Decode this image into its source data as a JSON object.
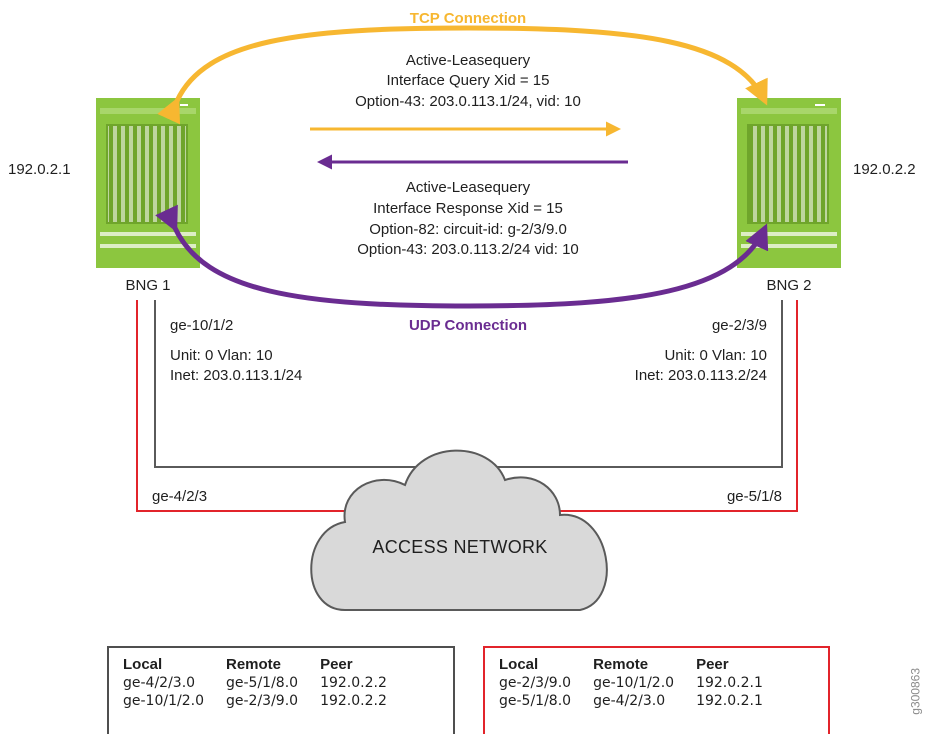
{
  "colors": {
    "tcp": "#f7b731",
    "udp": "#6a2c91",
    "red_link": "#e2242b",
    "gray_link": "#5a5a5a",
    "router_green": "#8cc63f",
    "cloud_fill": "#d9d9d9"
  },
  "routers": [
    {
      "name": "BNG 1",
      "ip": "192.0.2.1"
    },
    {
      "name": "BNG 2",
      "ip": "192.0.2.2"
    }
  ],
  "tcp_label": "TCP Connection",
  "udp_label": "UDP Connection",
  "query_message": [
    "Active-Leasequery",
    "Interface Query Xid = 15",
    "Option-43: 203.0.113.1/24, vid: 10"
  ],
  "response_message": [
    "Active-Leasequery",
    "Interface Response Xid = 15",
    "Option-82: circuit-id: g-2/3/9.0",
    "Option-43: 203.0.113.2/24 vid: 10"
  ],
  "left_interface": {
    "name": "ge-10/1/2",
    "unit": "Unit: 0 Vlan: 10",
    "inet": "Inet: 203.0.113.1/24",
    "access_port": "ge-4/2/3"
  },
  "right_interface": {
    "name": "ge-2/3/9",
    "unit": "Unit: 0 Vlan: 10",
    "inet": "Inet: 203.0.113.2/24",
    "access_port": "ge-5/1/8"
  },
  "cloud_label": "ACCESS NETWORK",
  "tables": [
    {
      "headers": [
        "Local",
        "Remote",
        "Peer"
      ],
      "rows": [
        [
          "ge-4/2/3.0",
          "ge-5/1/8.0",
          "192.0.2.2"
        ],
        [
          "ge-10/1/2.0",
          "ge-2/3/9.0",
          "192.0.2.2"
        ]
      ]
    },
    {
      "headers": [
        "Local",
        "Remote",
        "Peer"
      ],
      "rows": [
        [
          "ge-2/3/9.0",
          "ge-10/1/2.0",
          "192.0.2.1"
        ],
        [
          "ge-5/1/8.0",
          "ge-4/2/3.0",
          "192.0.2.1"
        ]
      ]
    }
  ],
  "graphic_id": "g300863"
}
